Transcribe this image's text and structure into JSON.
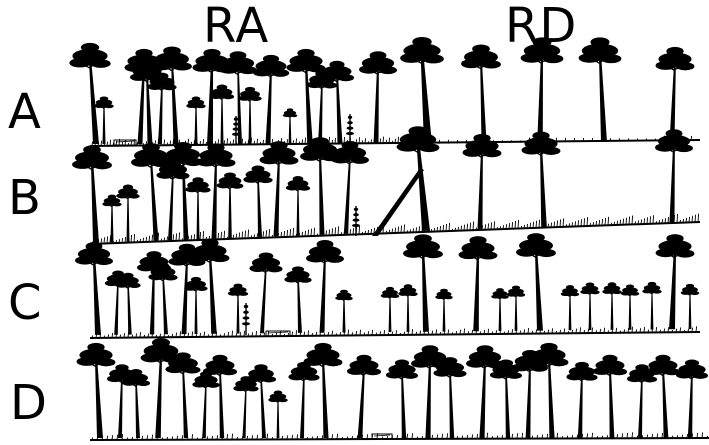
{
  "columns": [
    {
      "id": "ra",
      "label": "RA"
    },
    {
      "id": "rd",
      "label": "RD"
    }
  ],
  "rows": [
    {
      "id": "a",
      "label": "A"
    },
    {
      "id": "b",
      "label": "B"
    },
    {
      "id": "c",
      "label": "C"
    },
    {
      "id": "d",
      "label": "D"
    }
  ],
  "colors": {
    "ink": "#000000",
    "background": "#ffffff"
  }
}
